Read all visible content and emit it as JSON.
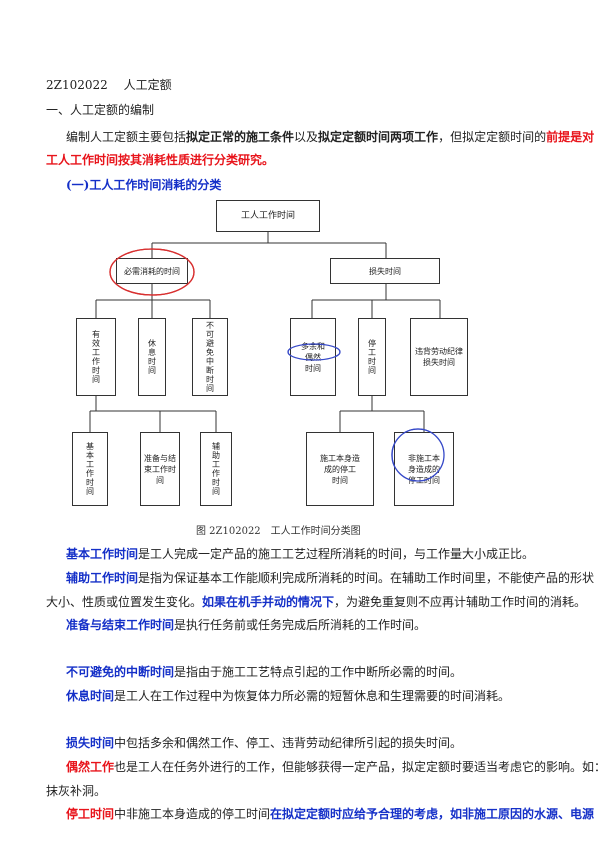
{
  "heading": {
    "code": "2Z102022",
    "title": "人工定额"
  },
  "section1": "一、人工定额的编制",
  "intro": {
    "p1": "编制人工定额主要包括",
    "b1": "拟定正常的施工条件",
    "p2": "以及",
    "b2": "拟定定额时间两项工作",
    "p3": "，但拟定定额时间的",
    "r1": "前提是对",
    "r2": "工人工作时间按其消耗性质进行分类研究。"
  },
  "subsection": "(一)工人工作时间消耗的分类",
  "diagram": {
    "root": "工人工作时间",
    "necessary": "必需消耗的时间",
    "loss": "损失时间",
    "effective": "有效工作时间",
    "rest": "休息时间",
    "unavoidable": "不可避免中断时间",
    "excess": "多余和偶然时间",
    "excess_line1": "多余和",
    "excess_line2": "偶然",
    "excess_line3": "时间",
    "stoppage": "停工时间",
    "violation": "违背劳动纪律损失时间",
    "basic": "基本工作时间",
    "prep": "准备与结束工作时间",
    "aux": "辅助工作时间",
    "stop_own": "施工本身造成的停工时间",
    "stop_own_line1": "施工本身造",
    "stop_own_line2": "成的停工",
    "stop_own_line3": "时间",
    "stop_other_line1": "非施工本",
    "stop_other_line2": "身造成的",
    "stop_other_line3": "停工时间",
    "caption": "图 2Z102022　工人工作时间分类图"
  },
  "paras": {
    "basic_term": "基本工作时间",
    "basic_text": "是工人完成一定产品的施工工艺过程所消耗的时间，与工作量大小成正比。",
    "aux_term": "辅助工作时间",
    "aux_text1": "是指为保证基本工作能顺利完成所消耗的时间。在辅助工作时间里，不能使产品的形状",
    "aux_text2": "大小、性质或位置发生变化。",
    "aux_bold": "如果在机手并动的情况下",
    "aux_text3": "，为避免重复则不应再计辅助工作时间的消耗。",
    "prep_term": "准备与结束工作时间",
    "prep_text": "是执行任务前或任务完成后所消耗的工作时间。",
    "unav_term": "不可避免的中断时间",
    "unav_text": "是指由于施工工艺特点引起的工作中断所必需的时间。",
    "rest_term": "休息时间",
    "rest_text": "是工人在工作过程中为恢复体力所必需的短暂休息和生理需要的时间消耗。",
    "loss_term": "损失时间",
    "loss_text": "中包括多余和偶然工作、停工、违背劳动纪律所引起的损失时间。",
    "occ_term": "偶然工作",
    "occ_text1": "也是工人在任务外进行的工作，但能够获得一定产品，拟定定额时要适当考虑它的影响。如：",
    "occ_text2": "抹灰补洞。",
    "stop_term": "停工时间",
    "stop_text1": "中非施工本身造成的停工时间",
    "stop_bold": "在拟定定额时应给予合理的考虑，如非施工原因的水源、电源"
  },
  "colors": {
    "red": "#e8141b",
    "blue": "#1530c8"
  }
}
